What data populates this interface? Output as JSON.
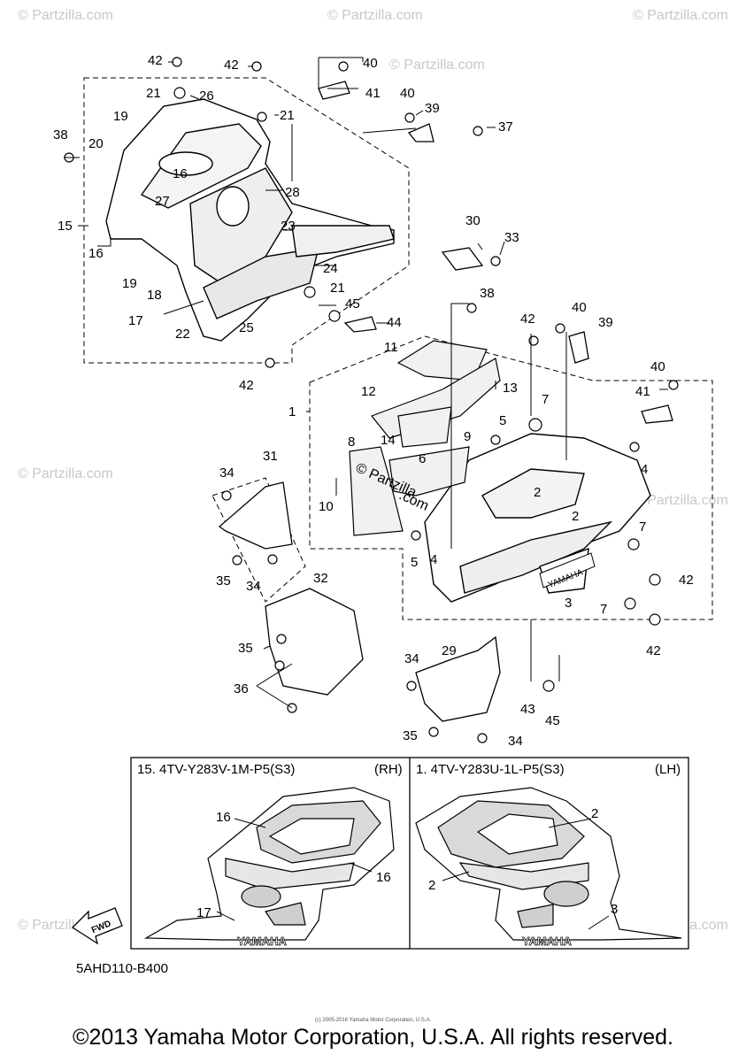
{
  "watermark": "© Partzilla.com",
  "center_watermark": [
    "© Partzilla",
    ".com"
  ],
  "callouts": {
    "a42": "42",
    "a42b": "42",
    "a40": "40",
    "a41": "41",
    "a21": "21",
    "a26": "26",
    "a19": "19",
    "a38": "38",
    "a20": "20",
    "a40b": "40",
    "a39": "39",
    "a37": "37",
    "a21b": "21",
    "a16": "16",
    "a28": "28",
    "a15": "15",
    "a27": "27",
    "a16b": "16",
    "a23": "23",
    "a30": "30",
    "a33": "33",
    "a24": "24",
    "a19b": "19",
    "a18": "18",
    "a21c": "21",
    "a38b": "38",
    "a17": "17",
    "a45": "45",
    "a44": "44",
    "a22": "22",
    "a25": "25",
    "a42c": "42",
    "a42d": "42",
    "a40c": "40",
    "a39b": "39",
    "a11": "11",
    "a13": "13",
    "a40d": "40",
    "a12": "12",
    "a7": "7",
    "a41b": "41",
    "a1": "1",
    "a5": "5",
    "a8": "8",
    "a9": "9",
    "a14": "14",
    "a6": "6",
    "a4": "4",
    "a31": "31",
    "a34": "34",
    "a2": "2",
    "a10": "10",
    "a2b": "2",
    "a5b": "5",
    "a4b": "4",
    "a7b": "7",
    "a35": "35",
    "a34b": "34",
    "a42e": "42",
    "a3": "3",
    "a32": "32",
    "a7c": "7",
    "a42f": "42",
    "a35b": "35",
    "a29": "29",
    "a34c": "34",
    "a36": "36",
    "a43": "43",
    "a45b": "45",
    "a35c": "35",
    "a34d": "34",
    "b16": "16",
    "b16b": "16",
    "b17": "17",
    "b2": "2",
    "b2b": "2",
    "b3": "3"
  },
  "decal_text": "YAMAHA",
  "fwd_label": "FWD",
  "inset": {
    "rh_title": "15. 4TV-Y283V-1M-P5(S3)",
    "rh_side": "(RH)",
    "lh_title": "1. 4TV-Y283U-1L-P5(S3)",
    "lh_side": "(LH)"
  },
  "diagram_code": "5AHD110-B400",
  "fine_print": "(c) 2005-2016 Yamaha Motor Corporation, U.S.A.",
  "copyright": "©2013 Yamaha Motor Corporation, U.S.A. All rights reserved."
}
